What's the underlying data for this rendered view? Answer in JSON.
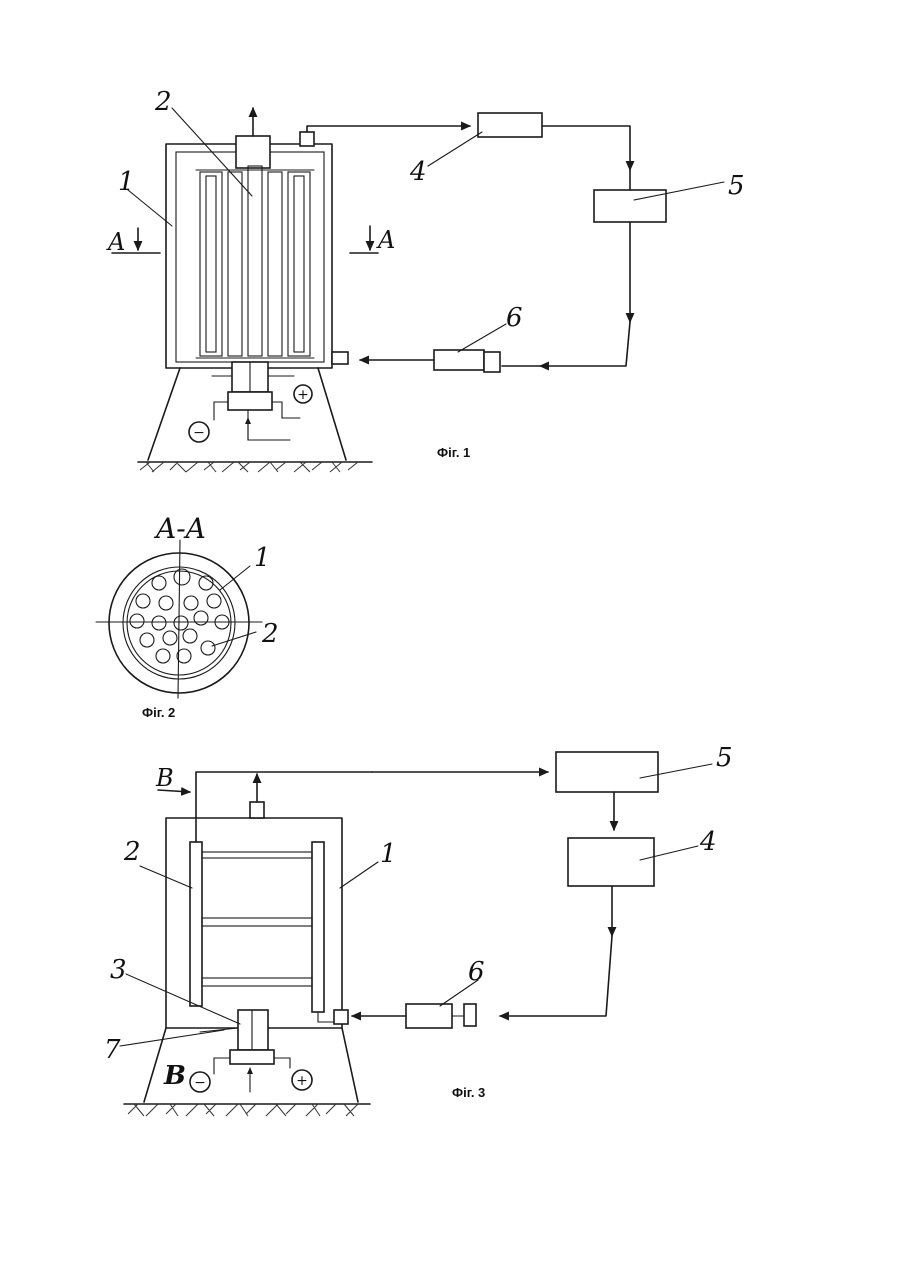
{
  "figures": {
    "fig1": {
      "caption": "Фіг. 1",
      "labels": {
        "l1": "1",
        "l2": "2",
        "l4": "4",
        "l5": "5",
        "l6": "6"
      },
      "section_left": "A",
      "section_right": "A",
      "minus": "−",
      "plus": "+"
    },
    "fig2": {
      "caption": "Фіг. 2",
      "section_title": "A-A",
      "labels": {
        "l1": "1",
        "l2": "2"
      }
    },
    "fig3": {
      "caption": "Фіг. 3",
      "labels": {
        "l1": "1",
        "l2": "2",
        "l3": "3",
        "l4": "4",
        "l5": "5",
        "l6": "6",
        "l7": "7"
      },
      "inlet_top": "B",
      "inlet_bottom": "B",
      "minus": "−",
      "plus": "+"
    }
  }
}
